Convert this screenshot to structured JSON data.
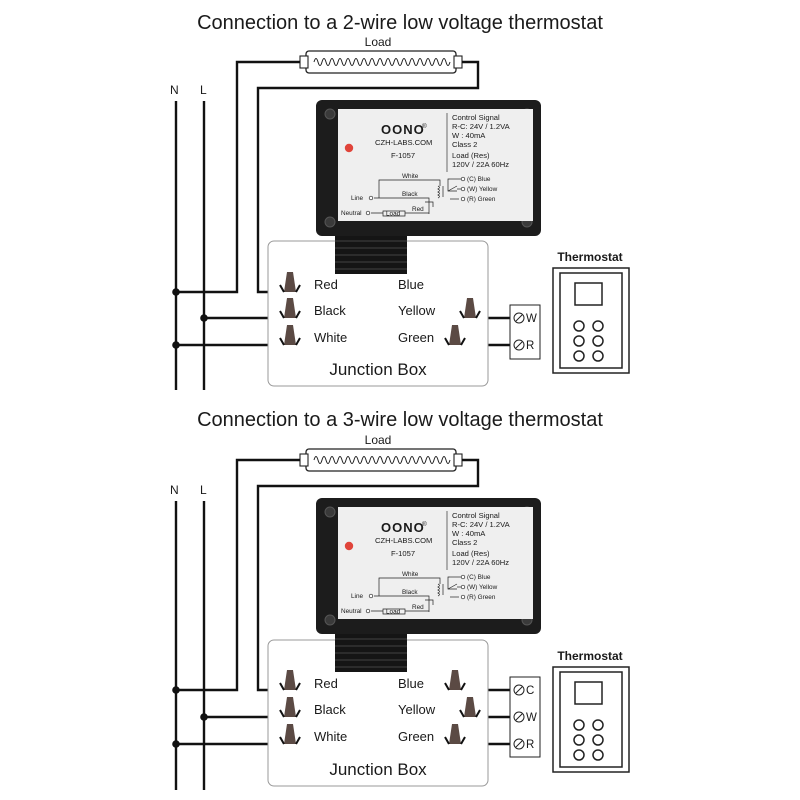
{
  "colors": {
    "wire": "#111111",
    "relay_body": "#1c1c1c",
    "relay_label": "#efefef",
    "led": "#e0443a",
    "wire_nut": "#5b4a44",
    "junction_box_border": "#9a9a9a"
  },
  "diagrams": [
    {
      "title": "Connection to a 2-wire low voltage thermostat",
      "load_label": "Load",
      "mains": {
        "n_label": "N",
        "l_label": "L"
      },
      "relay": {
        "brand": "OONO",
        "registered": "®",
        "website": "CZH-LABS.COM",
        "model": "F-1057",
        "spec_lines": [
          "Control Signal",
          "R-C: 24V / 1.2VA",
          "W  : 40mA",
          "Class 2",
          "Load  (Res)",
          "120V / 22A  60Hz"
        ],
        "schematic": {
          "white": "White",
          "black": "Black",
          "red": "Red",
          "line": "Line",
          "neutral": "Neutral",
          "load": "Load",
          "term_c": "(C) Blue",
          "term_w": "(W) Yellow",
          "term_r": "(R)  Green"
        }
      },
      "junction_box": {
        "label": "Junction Box",
        "left_wires": [
          "Red",
          "Black",
          "White"
        ],
        "right_wires": [
          "Blue",
          "Yellow",
          "Green"
        ]
      },
      "thermostat": {
        "label": "Thermostat",
        "terminals": [
          "W",
          "R"
        ]
      }
    },
    {
      "title": "Connection to a 3-wire low voltage thermostat",
      "load_label": "Load",
      "mains": {
        "n_label": "N",
        "l_label": "L"
      },
      "relay": {
        "brand": "OONO",
        "registered": "®",
        "website": "CZH-LABS.COM",
        "model": "F-1057",
        "spec_lines": [
          "Control Signal",
          "R-C: 24V / 1.2VA",
          "W  : 40mA",
          "Class 2",
          "Load  (Res)",
          "120V / 22A  60Hz"
        ],
        "schematic": {
          "white": "White",
          "black": "Black",
          "red": "Red",
          "line": "Line",
          "neutral": "Neutral",
          "load": "Load",
          "term_c": "(C) Blue",
          "term_w": "(W) Yellow",
          "term_r": "(R)  Green"
        }
      },
      "junction_box": {
        "label": "Junction Box",
        "left_wires": [
          "Red",
          "Black",
          "White"
        ],
        "right_wires": [
          "Blue",
          "Yellow",
          "Green"
        ]
      },
      "thermostat": {
        "label": "Thermostat",
        "terminals": [
          "C",
          "W",
          "R"
        ]
      }
    }
  ]
}
